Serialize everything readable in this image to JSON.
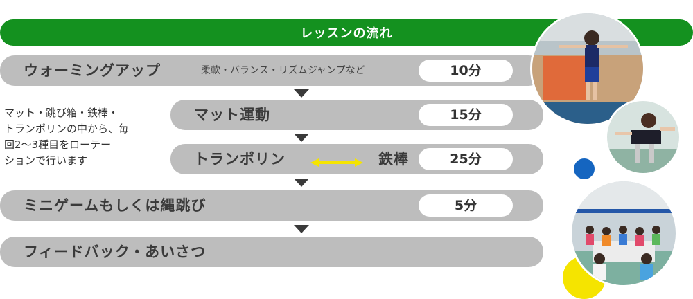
{
  "header": {
    "title": "レッスンの流れ"
  },
  "steps": [
    {
      "label": "ウォーミングアップ",
      "detail": "柔軟・バランス・リズムジャンプなど",
      "time": "10分"
    },
    {
      "label": "マット運動",
      "time": "15分"
    },
    {
      "label": "トランポリン",
      "label2": "鉄棒",
      "time": "25分"
    },
    {
      "label": "ミニゲームもしくは縄跳び",
      "time": "5分"
    },
    {
      "label": "フィードバック・あいさつ"
    }
  ],
  "side_note": {
    "lines": [
      "マット・跳び箱・鉄棒・",
      "トランポリンの中から、毎",
      "回2～3種目をローテー",
      "ションで行います"
    ]
  },
  "colors": {
    "header_green": "#14911f",
    "row_gray": "#bdbdbd",
    "arrow_yellow": "#f5e400",
    "dot_blue": "#1565c0",
    "dot_yellow": "#f5e400"
  }
}
